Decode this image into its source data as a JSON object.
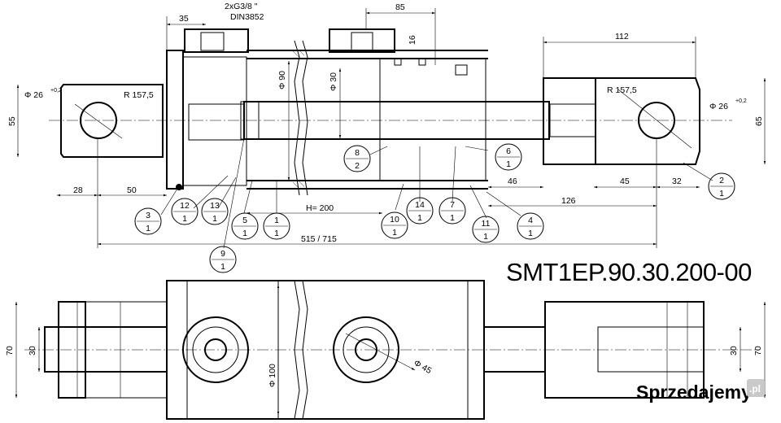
{
  "drawing": {
    "code": "SMT1EP.90.30.200-00",
    "watermark": "Sprzedajemy",
    "watermark_badge": ".pl"
  },
  "dimensions": {
    "port_thread": "2xG3/8 \"",
    "port_standard": "DIN3852",
    "d35": "35",
    "d85": "85",
    "d16": "16",
    "d112": "112",
    "phi26_left": "Φ 26",
    "tol_left": "+0,2",
    "r157_left": "R 157,5",
    "d55": "55",
    "phi90": "Φ 90",
    "phi30": "Φ 30",
    "r157_right": "R 157,5",
    "phi26_right": "Φ 26",
    "tol_right": "+0,2",
    "d65": "65",
    "d28": "28",
    "d50": "50",
    "stroke": "H= 200",
    "d46": "46",
    "d45": "45",
    "d32": "32",
    "d126": "126",
    "length": "515 / 715",
    "d70_left": "70",
    "d30_left": "30",
    "phi100": "Φ 100",
    "phi45": "Φ 45",
    "d30_right": "30",
    "d70_right": "70"
  },
  "parts": [
    {
      "id": "3",
      "qty": "1"
    },
    {
      "id": "12",
      "qty": "1"
    },
    {
      "id": "13",
      "qty": "1"
    },
    {
      "id": "5",
      "qty": "1"
    },
    {
      "id": "1",
      "qty": "1"
    },
    {
      "id": "9",
      "qty": "1"
    },
    {
      "id": "8",
      "qty": "2"
    },
    {
      "id": "10",
      "qty": "1"
    },
    {
      "id": "14",
      "qty": "1"
    },
    {
      "id": "7",
      "qty": "1"
    },
    {
      "id": "6",
      "qty": "1"
    },
    {
      "id": "11",
      "qty": "1"
    },
    {
      "id": "4",
      "qty": "1"
    },
    {
      "id": "2",
      "qty": "1"
    }
  ]
}
